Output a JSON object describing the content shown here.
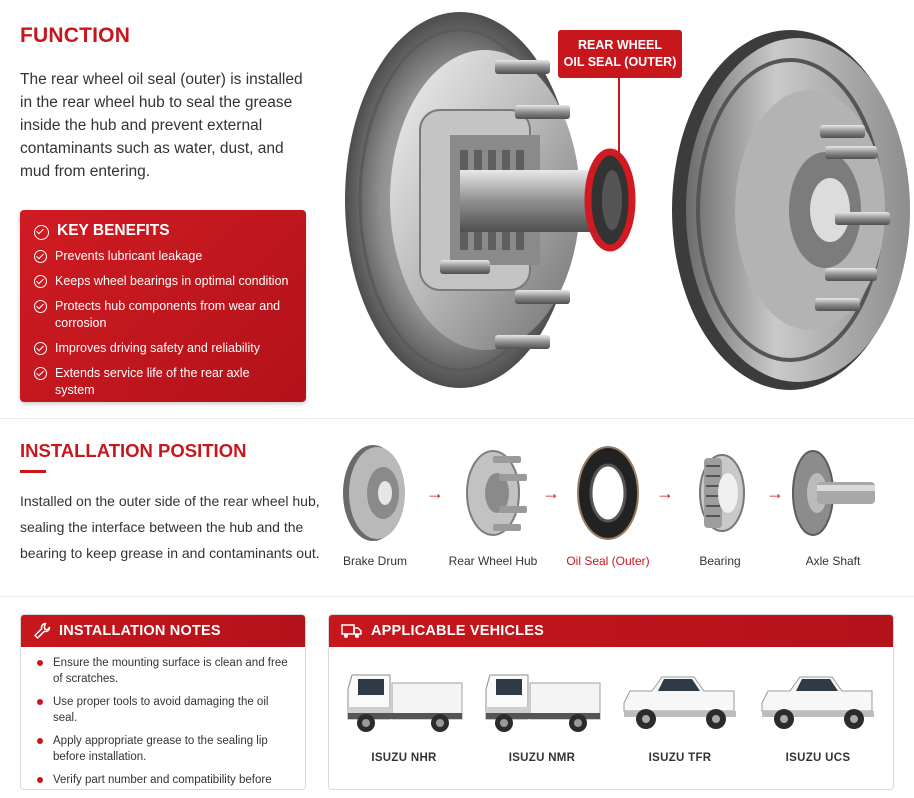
{
  "function": {
    "title": "FUNCTION",
    "body": "The rear wheel oil seal (outer) is installed in the rear wheel hub to seal the grease inside the hub and prevent external contaminants such as water, dust, and mud from entering."
  },
  "benefits": {
    "title": "KEY BENEFITS",
    "items": [
      "Prevents lubricant leakage",
      "Keeps wheel bearings in optimal condition",
      "Protects hub components from wear and corrosion",
      "Improves driving safety and reliability",
      "Extends service life of the rear axle system"
    ]
  },
  "hero": {
    "callout_line1": "REAR WHEEL",
    "callout_line2": "OIL SEAL (OUTER)"
  },
  "installation_position": {
    "title": "INSTALLATION POSITION",
    "body": "Installed on the outer side of the rear wheel hub, sealing the interface between the hub and the bearing to keep grease in and contaminants out.",
    "components": [
      {
        "label": "Brake Drum",
        "icon": "brake-drum-icon",
        "highlight": false
      },
      {
        "label": "Rear Wheel Hub",
        "icon": "wheel-hub-icon",
        "highlight": false
      },
      {
        "label": "Oil Seal (Outer)",
        "icon": "oil-seal-icon",
        "highlight": true
      },
      {
        "label": "Bearing",
        "icon": "bearing-icon",
        "highlight": false
      },
      {
        "label": "Axle Shaft",
        "icon": "axle-shaft-icon",
        "highlight": false
      }
    ],
    "arrow": "→"
  },
  "installation_notes": {
    "title": "INSTALLATION NOTES",
    "items": [
      "Ensure the mounting surface is clean and free of scratches.",
      "Use proper tools to avoid damaging the oil seal.",
      "Apply appropriate grease to the sealing lip before installation.",
      "Verify part number and compatibility before installation."
    ]
  },
  "applicable_vehicles": {
    "title": "APPLICABLE VEHICLES",
    "vehicles": [
      {
        "label": "ISUZU NHR",
        "kind": "truck"
      },
      {
        "label": "ISUZU NMR",
        "kind": "truck"
      },
      {
        "label": "ISUZU TFR",
        "kind": "pickup"
      },
      {
        "label": "ISUZU UCS",
        "kind": "pickup"
      }
    ]
  },
  "colors": {
    "accent": "#c8161d",
    "accent_dark": "#b3121a",
    "text": "#333333",
    "metal": "#9a9a9a"
  }
}
